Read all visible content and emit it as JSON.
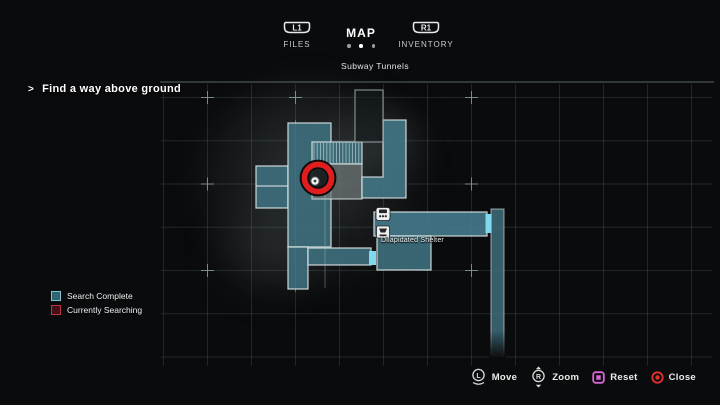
{
  "header": {
    "files_tab": {
      "button": "L1",
      "label": "FILES"
    },
    "map_tab": {
      "label": "MAP",
      "page_dots": 3,
      "active_dot": 2
    },
    "inventory_tab": {
      "button": "R1",
      "label": "INVENTORY"
    },
    "subtitle": "Subway Tunnels"
  },
  "objective": {
    "chevron": ">",
    "text": "Find a way above ground"
  },
  "map": {
    "area_name": "Subway Tunnels",
    "location_label": "Dilapidated Shelter",
    "icons": [
      "typewriter-icon",
      "item-box-icon"
    ],
    "player_marker": "current-position",
    "colors": {
      "room_fill": "#3e6f7d",
      "room_border": "#dae4e5",
      "platform_fill": "#6c7476",
      "door": "#7fd9ec",
      "marker_ring": "#e01e20",
      "unexplored_outline": "#aab4b6"
    }
  },
  "legend": {
    "items": [
      {
        "label": "Search Complete",
        "swatch_fill": "#2f6472",
        "swatch_border": "#7fc4cf"
      },
      {
        "label": "Currently Searching",
        "swatch_fill": "#45101a",
        "swatch_border": "#bb3343"
      }
    ]
  },
  "controls": {
    "hints": [
      {
        "icon": "left-stick-icon",
        "label": "Move"
      },
      {
        "icon": "right-stick-icon",
        "label": "Zoom"
      },
      {
        "icon": "square-button-icon",
        "label": "Reset"
      },
      {
        "icon": "circle-button-icon",
        "label": "Close"
      }
    ]
  }
}
